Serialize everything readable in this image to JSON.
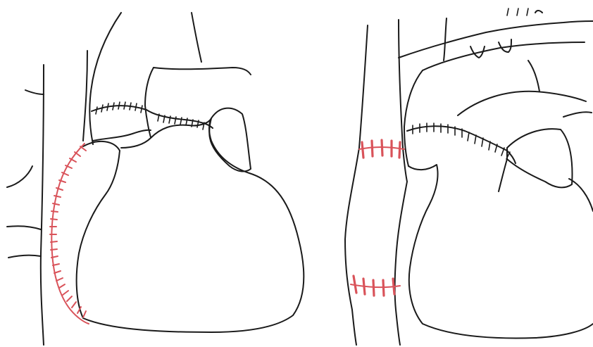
{
  "figure": {
    "panels": [
      {
        "id": "left",
        "sutures": {
          "black_line": "suture-line",
          "red_line": "suture-line"
        }
      },
      {
        "id": "right",
        "sutures": {
          "black_line": "suture-line",
          "red_rings": [
            "upper-ring",
            "lower-ring"
          ]
        }
      }
    ],
    "colors": {
      "ink": "#1a1a1a",
      "suture_red": "#d9535a",
      "background": "#ffffff"
    }
  }
}
